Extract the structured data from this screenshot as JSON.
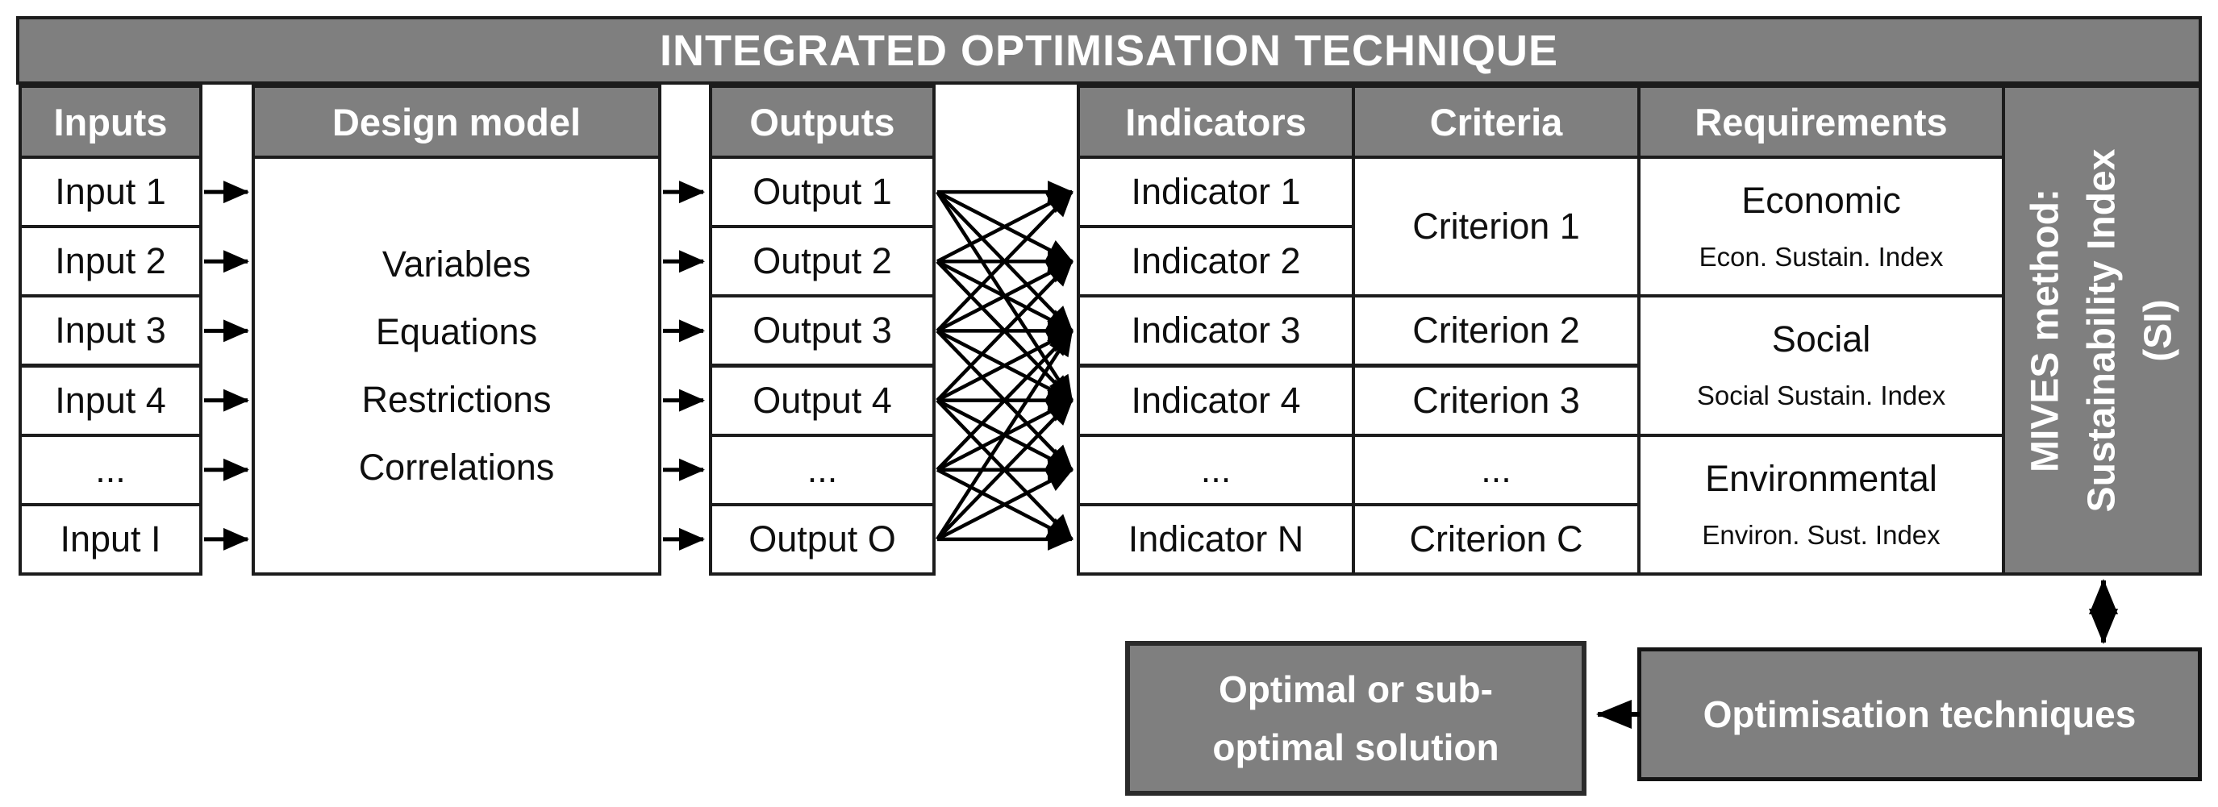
{
  "colors": {
    "panel_gray": "#7f7f7f",
    "border_black": "#1c1c1c",
    "cell_white": "#ffffff",
    "text_dark": "#0f0f0f",
    "text_white": "#ffffff"
  },
  "title": "INTEGRATED OPTIMISATION TECHNIQUE",
  "inputs": {
    "header": "Inputs",
    "cells": [
      "Input 1",
      "Input 2",
      "Input 3",
      "Input 4",
      "...",
      "Input I"
    ]
  },
  "design_model": {
    "header": "Design model",
    "lines": [
      "Variables",
      "Equations",
      "Restrictions",
      "Correlations"
    ]
  },
  "outputs": {
    "header": "Outputs",
    "cells": [
      "Output 1",
      "Output 2",
      "Output 3",
      "Output 4",
      "...",
      "Output O"
    ]
  },
  "indicators": {
    "header": "Indicators",
    "cells": [
      "Indicator 1",
      "Indicator 2",
      "Indicator 3",
      "Indicator 4",
      "...",
      "Indicator N"
    ]
  },
  "criteria": {
    "header": "Criteria",
    "cells": [
      {
        "label": "Criterion 1",
        "rows": [
          1,
          2
        ]
      },
      {
        "label": "Criterion 2",
        "rows": [
          3,
          3
        ]
      },
      {
        "label": "Criterion 3",
        "rows": [
          4,
          4
        ]
      },
      {
        "label": "...",
        "rows": [
          5,
          5
        ]
      },
      {
        "label": "Criterion C",
        "rows": [
          6,
          6
        ]
      }
    ]
  },
  "requirements": {
    "header": "Requirements",
    "cells": [
      {
        "title": "Economic",
        "subtitle": "Econ. Sustain. Index",
        "rows": [
          1,
          2
        ]
      },
      {
        "title": "Social",
        "subtitle": "Social Sustain. Index",
        "rows": [
          3,
          4
        ]
      },
      {
        "title": "Environmental",
        "subtitle": "Environ. Sust. Index",
        "rows": [
          5,
          6
        ]
      }
    ]
  },
  "mives_bar": {
    "line1": "MIVES method:",
    "line2": "Sustainability Index",
    "line3": "(SI)"
  },
  "solution_box": {
    "line1": "Optimal or sub-",
    "line2": "optimal solution"
  },
  "optimisation_box": {
    "label": "Optimisation techniques"
  },
  "connections": {
    "output_to_indicator": [
      [
        1,
        1
      ],
      [
        1,
        2
      ],
      [
        1,
        3
      ],
      [
        1,
        4
      ],
      [
        2,
        1
      ],
      [
        2,
        2
      ],
      [
        2,
        3
      ],
      [
        2,
        4
      ],
      [
        3,
        1
      ],
      [
        3,
        2
      ],
      [
        3,
        3
      ],
      [
        3,
        4
      ],
      [
        3,
        5
      ],
      [
        4,
        2
      ],
      [
        4,
        3
      ],
      [
        4,
        4
      ],
      [
        4,
        5
      ],
      [
        4,
        6
      ],
      [
        5,
        3
      ],
      [
        5,
        4
      ],
      [
        5,
        5
      ],
      [
        5,
        6
      ],
      [
        6,
        3
      ],
      [
        6,
        4
      ],
      [
        6,
        5
      ],
      [
        6,
        6
      ]
    ]
  }
}
